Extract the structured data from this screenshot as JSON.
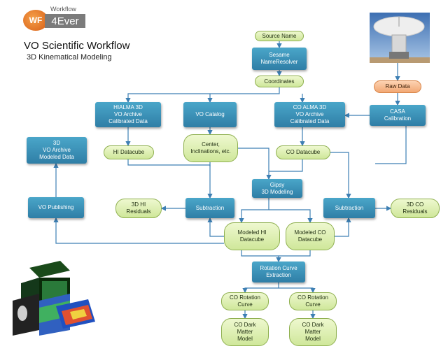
{
  "logo": {
    "mark": "WF",
    "brand": "4Ever",
    "top_text": "Workflow"
  },
  "title": "VO Scientific Workflow",
  "subtitle": "3D Kinematical Modeling",
  "nodes": {
    "source_name": "Source Name",
    "sesame": "Sesame\nNameResolver",
    "coordinates": "Coordinates",
    "raw_data": "Raw Data",
    "casa": "CASA\nCalibration",
    "halma": "HIALMA 3D\nVO Archive\nCalibrated Data",
    "vo_catalog": "VO  Catalog",
    "co_alma": "CO ALMA 3D\nVO Archive\nCalibrated Data",
    "hi_datacube": "HI Datacube",
    "center": "Center,\nInclinations, etc.",
    "co_datacube": "CO Datacube",
    "vo_archive_modeled": "3D\nVO Archive\nModeled Data",
    "gipsy": "Gipsy\n3D Modeling",
    "vo_publishing": "VO Publishing",
    "hi_residuals": "3D HI\nResiduals",
    "subtraction_left": "Subtraction",
    "subtraction_right": "Subtraction",
    "co_residuals": "3D CO\nResiduals",
    "modeled_hi": "Modeled HI\nDatacube",
    "modeled_co": "Modeled CO\nDatacube",
    "rotation_extraction": "Rotation Curve\nExtraction",
    "co_rotation_1": "CO Rotation\nCurve",
    "co_rotation_2": "CO Rotation\nCurve",
    "co_dark_1": "CO Dark\nMatter\nModel",
    "co_dark_2": "CO Dark\nMatter\nModel"
  },
  "colors": {
    "process": "#3a8fb8",
    "data": "#dcefb0",
    "raw": "#f6b98a",
    "connector": "#3d7fb3"
  }
}
